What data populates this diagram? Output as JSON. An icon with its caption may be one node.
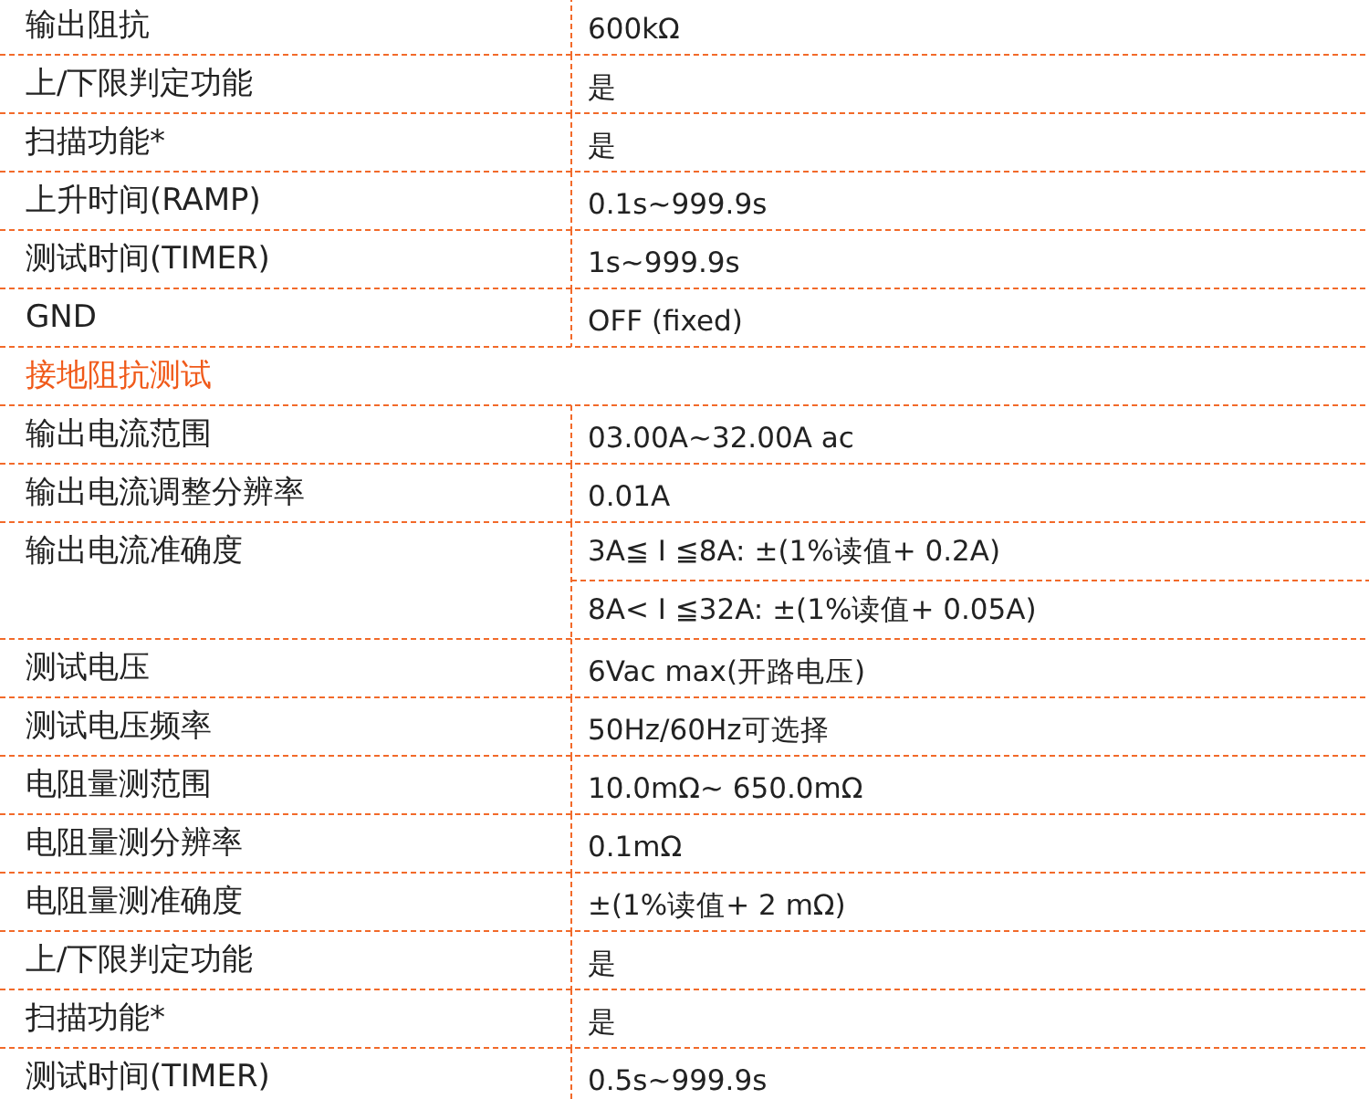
{
  "diagram": {
    "labels": [
      "输出阻抗",
      "600kΩ",
      "上/下限判定功能",
      "是",
      "扫描功能*",
      "是",
      "上升时间(RAMP)",
      "0.1s~999.9s",
      "测试时间(TIMER)",
      "1s~999.9s",
      "GND",
      "OFF (fixed)",
      "接地阻抗测试",
      "输出电流范围",
      "03.00A~32.00A ac",
      "输出电流调整分辨率",
      "0.01A",
      "输出电流准确度",
      "3A≦ I ≦8A: ±(1%读值+ 0.2A)",
      "8A< I ≦32A: ±(1%读值+ 0.05A)",
      "测试电压",
      "6Vac max(开路电压)",
      "测试电压频率",
      "50Hz/60Hz可选择",
      "电阻量测范围",
      "10.0mΩ~ 650.0mΩ",
      "电阻量测分辨率",
      "0.1mΩ",
      "电阻量测准确度",
      "±(1%读值+ 2 mΩ)",
      "上/下限判定功能",
      "是",
      "扫描功能*",
      "是",
      "测试时间(TIMER)",
      "0.5s~999.9s"
    ]
  }
}
